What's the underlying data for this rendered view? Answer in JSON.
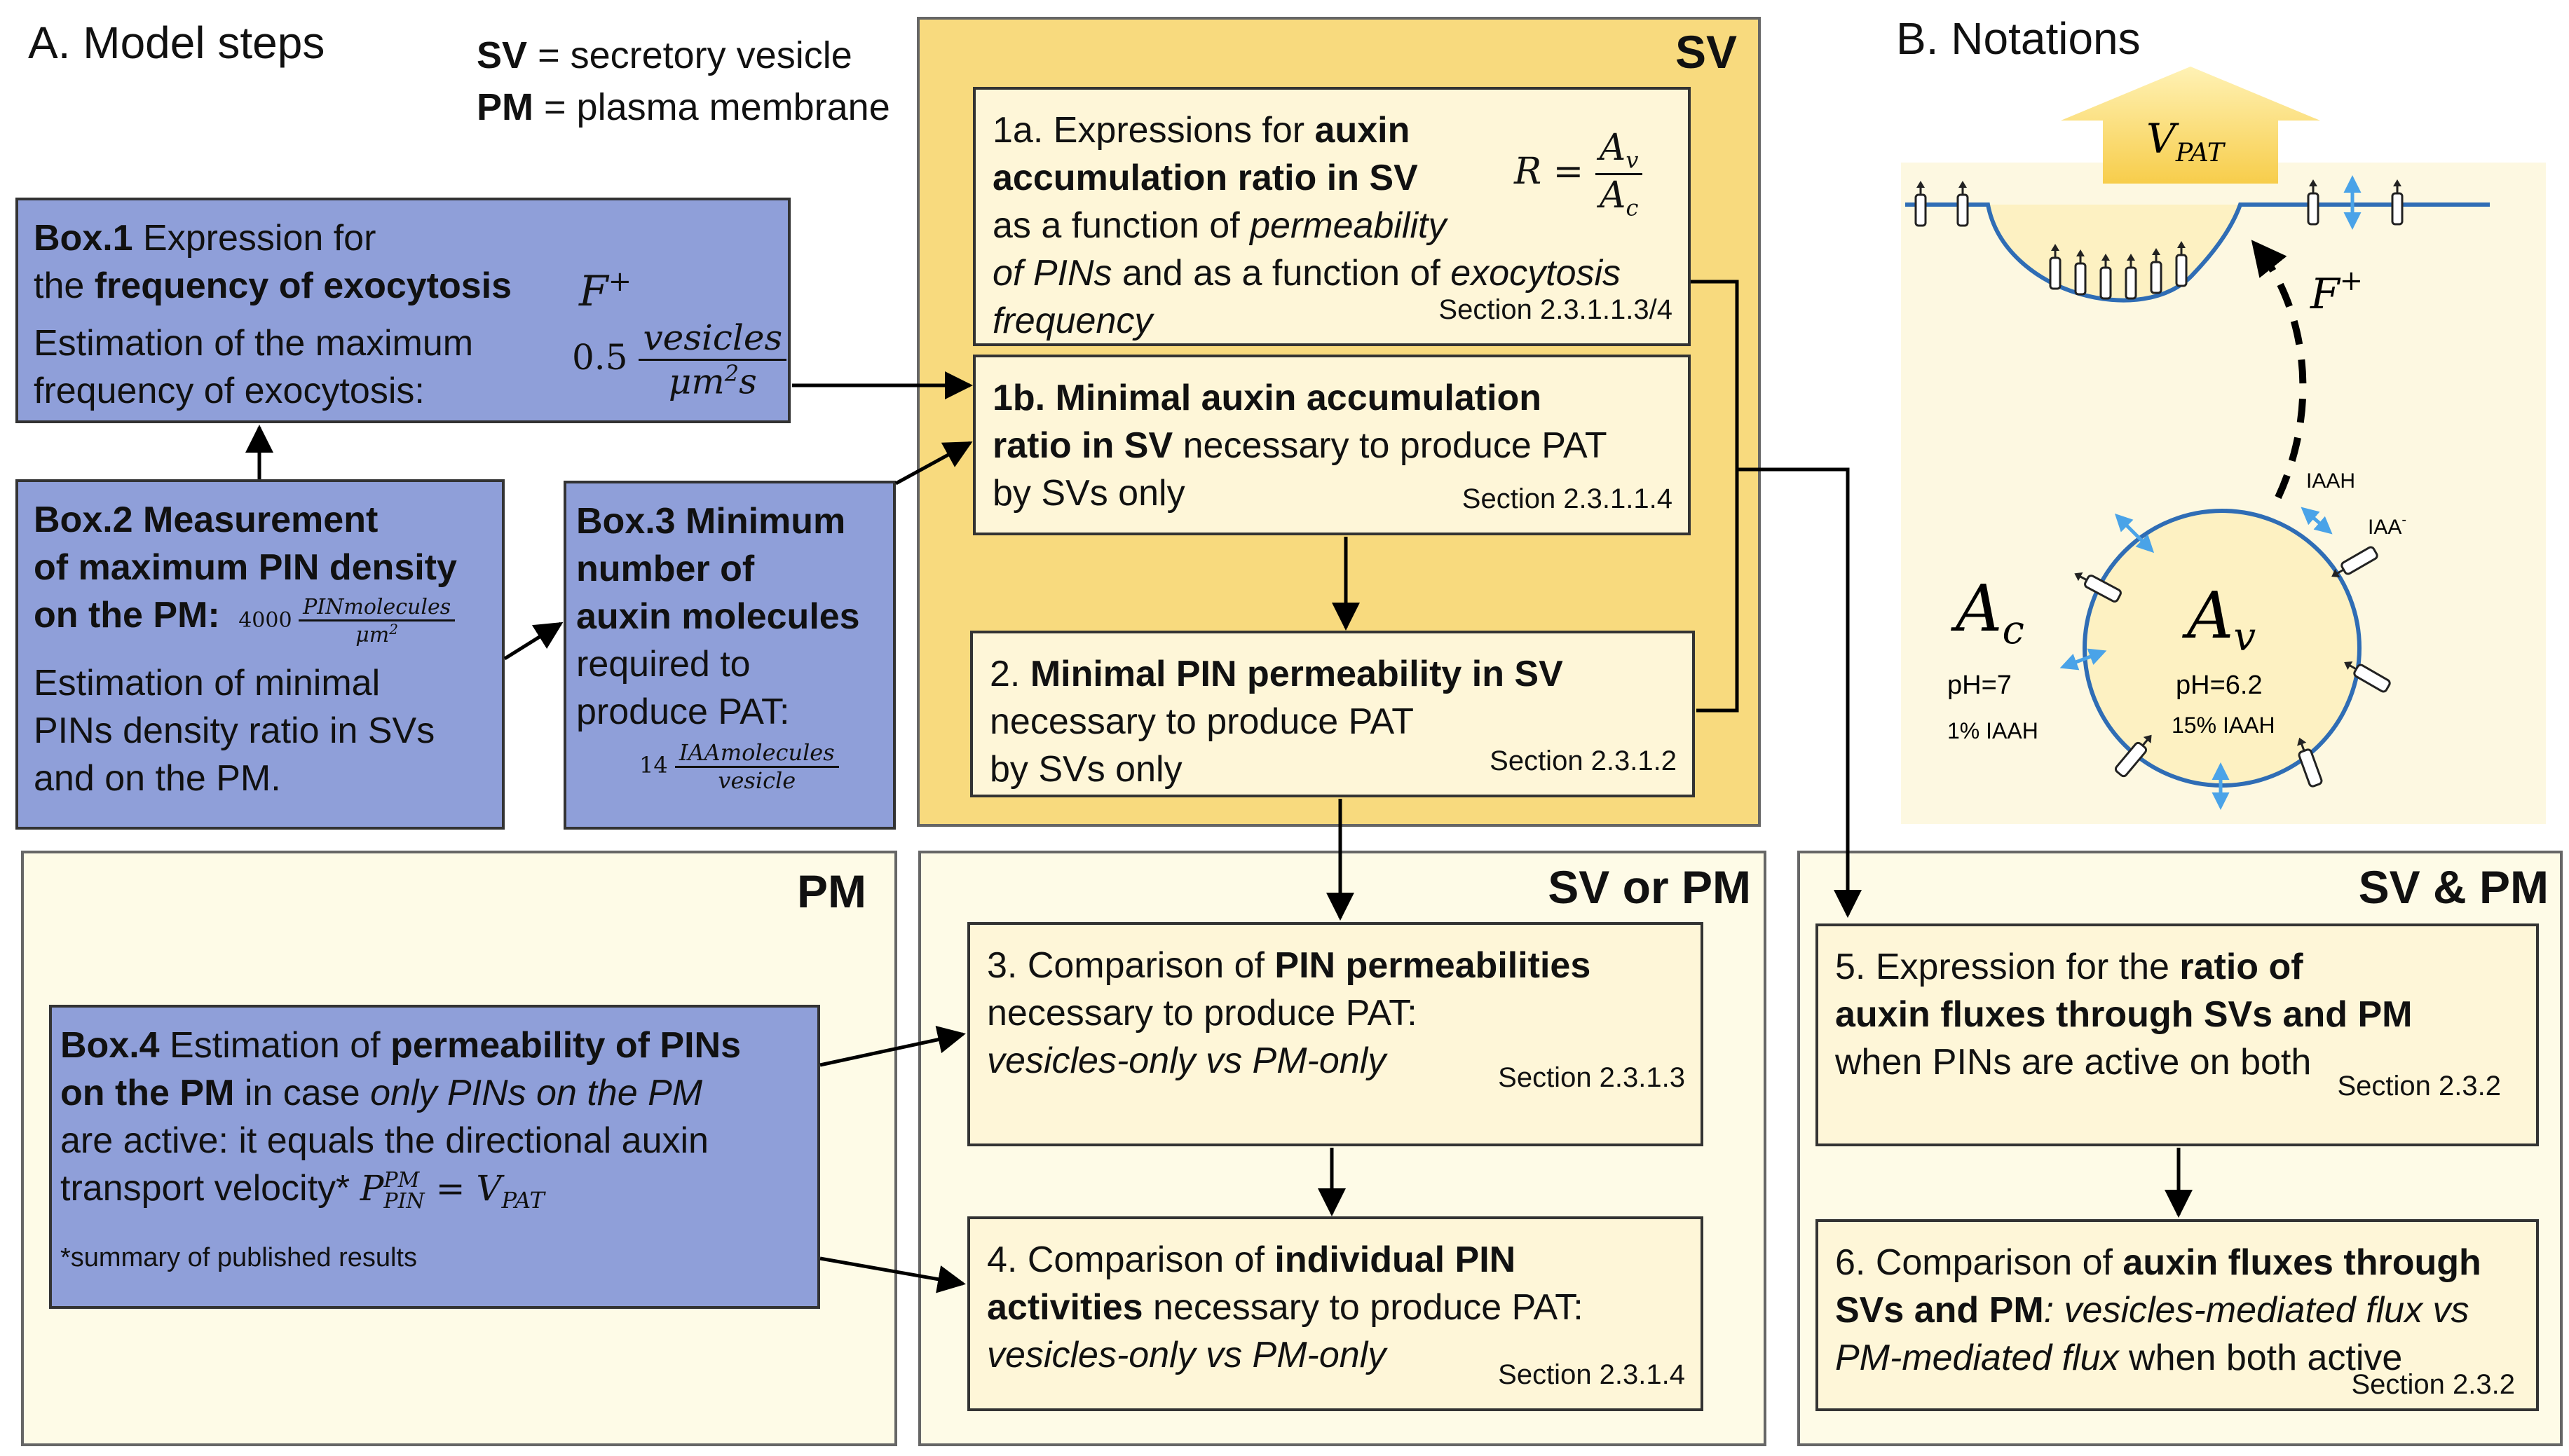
{
  "panel_a": {
    "title": "A. Model steps"
  },
  "legend": {
    "sv_abbr": "SV",
    "sv_text": "= secretory vesicle",
    "pm_abbr": "PM",
    "pm_text": "= plasma membrane"
  },
  "zones": {
    "sv": "SV",
    "pm": "PM",
    "sv_or_pm": "SV or PM",
    "sv_and_pm": "SV & PM"
  },
  "box1": {
    "label": "Box.1",
    "t1": " Expression for",
    "t2": "the ",
    "bold2": "frequency of exocytosis",
    "sym_base": "F",
    "sym_sup": "+",
    "t3": "Estimation of the maximum",
    "t4": "frequency of exocytosis:",
    "coef": "0.5",
    "num": "vesicles",
    "den_base": "μm",
    "den_sup": "2",
    "den_tail": "s"
  },
  "box2": {
    "bold1": "Box.2 Measurement",
    "bold2": "of maximum PIN density",
    "bold3": "on the PM:",
    "coef": "4000",
    "num": "PINmolecules",
    "den_base": "μm",
    "den_sup": "2",
    "t4": "Estimation of minimal",
    "t5": "PINs density ratio in SVs",
    "t6": "and on the PM."
  },
  "box3": {
    "bold1": "Box.3  Minimum",
    "bold2": "number of",
    "bold3": "auxin  molecules",
    "t4": "required to",
    "t5": "produce PAT:",
    "coef": "14",
    "num": "IAAmolecules",
    "den": "vesicle"
  },
  "box4": {
    "label": "Box.4",
    "t1": "  Estimation of ",
    "bold1": "permeability of PINs",
    "bold2": "on the PM",
    "t2": " in case  ",
    "i2": "only PINs on the PM",
    "t3": "are active:  it equals the directional auxin",
    "t4": "transport velocity* ",
    "p_base": "P",
    "p_sup": "PM",
    "p_sub": "PIN",
    "eq": " = ",
    "v_base": "V",
    "v_sub": "PAT",
    "note": "*summary of published results"
  },
  "step1a": {
    "t1": "1a. Expressions for ",
    "b1": "auxin",
    "b2": "accumulation ratio in SV",
    "t3": "as a function of ",
    "i3": "permeability",
    "i4": "of PINs",
    "t4": " and as a function of ",
    "i4b": "exocytosis",
    "i5": "frequency",
    "r": "R",
    "eq": " = ",
    "num_base": "A",
    "num_sub": "v",
    "den_base": "A",
    "den_sub": "c",
    "section": "Section 2.3.1.1.3/4"
  },
  "step1b": {
    "b1": "1b. Minimal auxin accumulation",
    "b2": "ratio in SV",
    "t2": " necessary to produce PAT",
    "t3": "by SVs only",
    "section": "Section 2.3.1.1.4"
  },
  "step2": {
    "t1": "2. ",
    "b1": "Minimal PIN permeability in SV",
    "t2": "necessary to produce PAT",
    "t3": "by SVs only",
    "section": "Section 2.3.1.2"
  },
  "step3": {
    "t1": "3. Comparison of  ",
    "b1": "PIN permeabilities",
    "t2": "necessary to produce PAT:",
    "i3": "vesicles-only vs PM-only",
    "section": "Section 2.3.1.3"
  },
  "step4": {
    "t1": "4. Comparison of  ",
    "b1": "individual PIN",
    "b2": "activities",
    "t2": " necessary to produce PAT:",
    "i3": "vesicles-only vs PM-only",
    "section": "Section 2.3.1.4"
  },
  "step5": {
    "t1": "5. Expression for the ",
    "b1": "ratio of",
    "b2": "auxin fluxes through SVs and PM",
    "t3": " when PINs are active on both",
    "section": "Section 2.3.2"
  },
  "step6": {
    "t1": "6. Comparison of ",
    "b1": "auxin fluxes through",
    "b2": "SVs and PM",
    "i2": ": vesicles-mediated flux vs",
    "i3": "PM-mediated flux",
    "t3": " when both active",
    "section": "Section 2.3.2"
  },
  "panel_b": {
    "title": "B. Notations",
    "vpat_base": "V",
    "vpat_sub": "PAT",
    "f_base": "F",
    "f_sup": "+",
    "iaah": "IAAH",
    "iaa_minus": "IAA",
    "iaa_minus_sup": "-",
    "ac_base": "A",
    "ac_sub": "c",
    "av_base": "A",
    "av_sub": "v",
    "ph_out": "pH=7",
    "iaah_out": "1% IAAH",
    "ph_in": "pH=6.2",
    "iaah_in": "15% IAAH"
  },
  "colors": {
    "blue_box": "#8f9fd9",
    "sv_zone": "#f8da7e",
    "step_box": "#fef6d8",
    "arrow": "#000000",
    "membrane": "#2f6db5",
    "transport_arrow": "#4aa3e8"
  }
}
